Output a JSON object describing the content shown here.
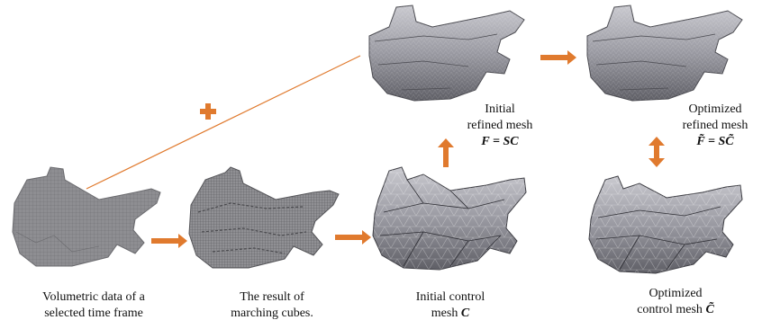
{
  "captions": {
    "volumetric": [
      "Volumetric data of a",
      "selected time frame"
    ],
    "marching": [
      "The result of",
      "marching cubes."
    ],
    "initial_control": [
      "Initial control",
      "mesh "
    ],
    "initial_control_math": "C",
    "initial_refined": [
      "Initial",
      "refined mesh"
    ],
    "initial_refined_math": "F = SC",
    "optimized_refined": [
      "Optimized",
      "refined mesh"
    ],
    "optimized_refined_math": "F̃ = SC̃",
    "optimized_control": [
      "Optimized",
      "control mesh "
    ],
    "optimized_control_math": "C̃"
  },
  "plus_symbol": "+",
  "colors": {
    "arrow": "#e07a2e",
    "voxel": "#8f8f93",
    "voxel_dark": "#5e5e63",
    "mesh": "#9a9aa2",
    "mesh_dark": "#55555c",
    "mesh_light": "#d8d8de"
  }
}
